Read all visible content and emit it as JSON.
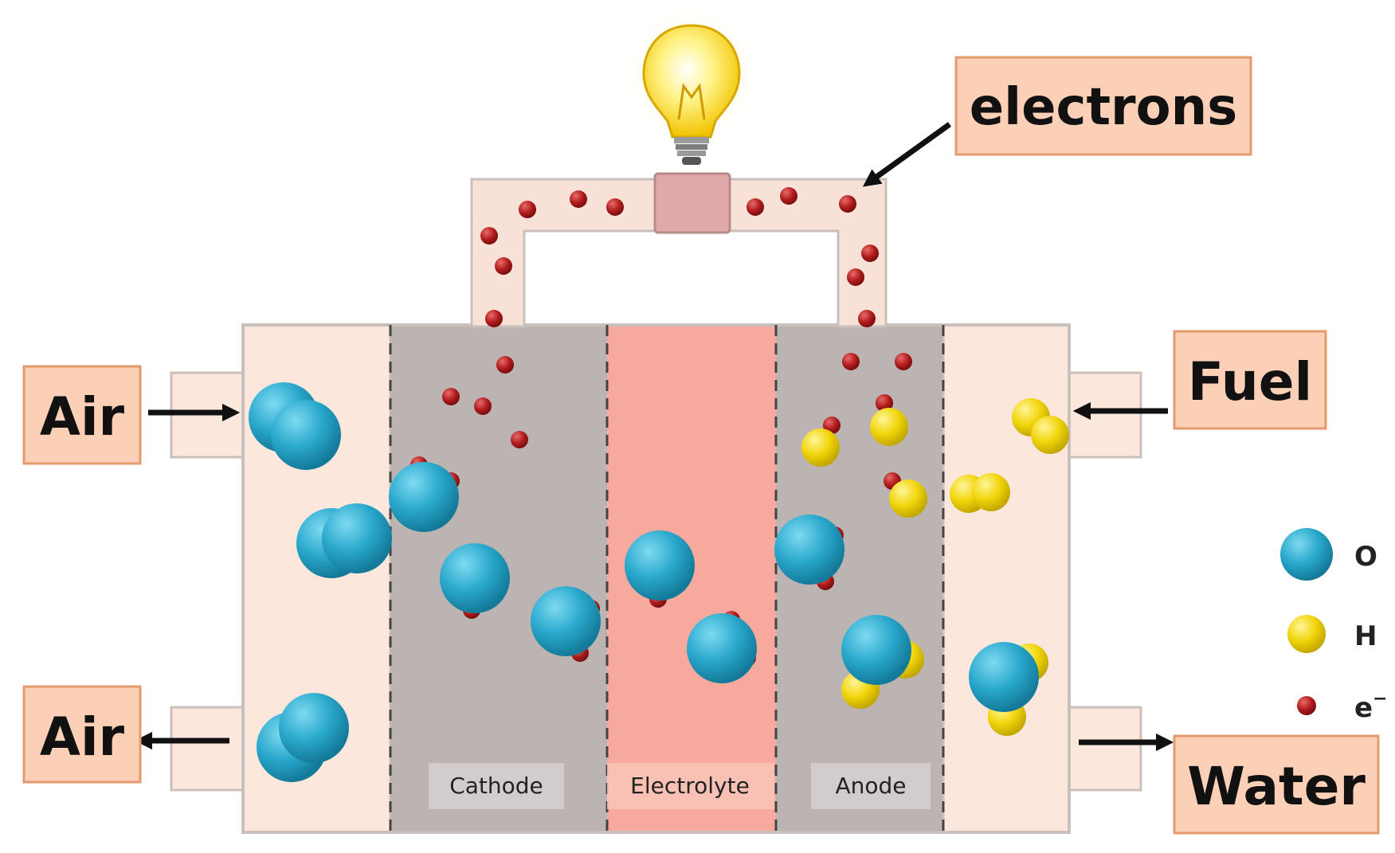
{
  "labels": {
    "electrons": "electrons",
    "air_in": "Air",
    "air_out": "Air",
    "fuel": "Fuel",
    "water": "Water"
  },
  "layers": {
    "cathode": "Cathode",
    "electrolyte": "Electrolyte",
    "anode": "Anode"
  },
  "legend": [
    {
      "symbol": "O",
      "color": "#29a8cc"
    },
    {
      "symbol": "H",
      "color": "#f2d60c"
    },
    {
      "symbol": "e",
      "superscript": "−",
      "color": "#b01c1c"
    }
  ],
  "colors": {
    "label_box_fill": "#fbd0b6",
    "label_box_stroke": "#e39a6c",
    "outer_chamber": "#fbe7dc",
    "electrode": "#bcb3b3",
    "electrolyte": "#f6a99c",
    "wire": "#f8e1d6",
    "load_box": "#e0a9a9",
    "oxygen": "#29a8cc",
    "hydrogen": "#f2d60c",
    "electron": "#b01c1c"
  }
}
